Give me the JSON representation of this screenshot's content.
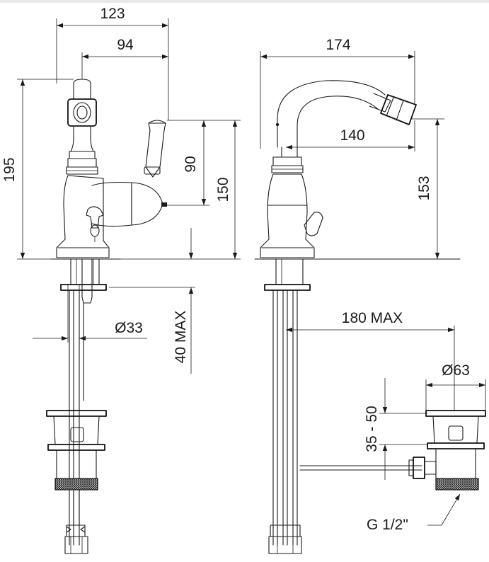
{
  "dimensions": {
    "front_overall_width": "123",
    "front_spout_to_lever": "94",
    "front_total_height": "195",
    "front_lever_height": "90",
    "front_body_height": "150",
    "front_shank_diameter": "Ø33",
    "front_deck_thickness": "40 MAX",
    "side_overall_reach": "174",
    "side_spout_reach": "140",
    "side_spout_height": "153",
    "side_rod_length": "180 MAX",
    "side_waste_diameter": "Ø63",
    "side_waste_range": "35 - 50",
    "side_thread": "G 1/2\""
  },
  "colors": {
    "line": "#1a1a1a",
    "header_bar": "#e9e9e9",
    "background": "#ffffff"
  }
}
